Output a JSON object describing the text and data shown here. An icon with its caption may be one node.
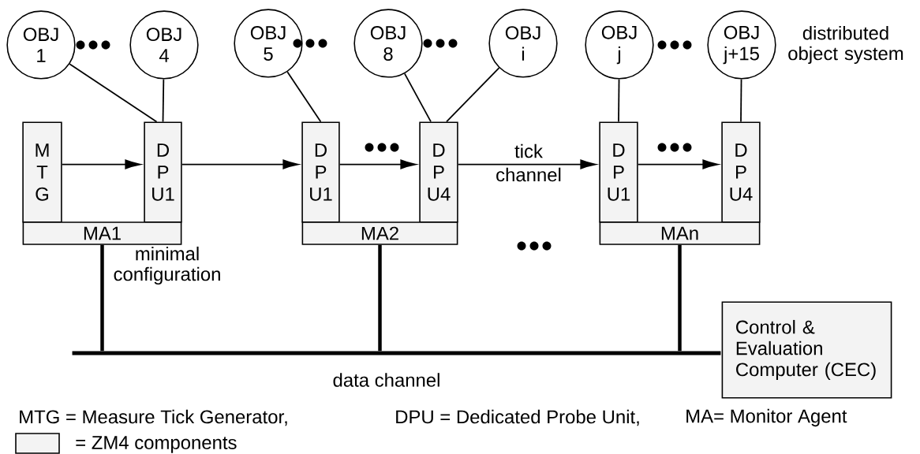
{
  "diagram": {
    "nodes": [
      {
        "text": [
          "OBJ 1"
        ]
      },
      {
        "text": [
          "OBJ 4"
        ]
      },
      {
        "text": [
          "OBJ 5"
        ]
      },
      {
        "text": [
          "OBJ 8"
        ]
      },
      {
        "text": [
          "OBJ i"
        ]
      },
      {
        "text": [
          "OBJ j"
        ]
      },
      {
        "text": [
          "OBJ j+15"
        ]
      },
      {
        "text": [
          "M T G"
        ]
      },
      {
        "text": [
          "D P U1"
        ]
      },
      {
        "text": [
          "D P U1"
        ]
      },
      {
        "text": [
          "D P U4"
        ]
      },
      {
        "text": [
          "D P U1"
        ]
      },
      {
        "text": [
          "D P U4"
        ]
      },
      {
        "text": [
          "MA1"
        ]
      },
      {
        "text": [
          "MA2"
        ]
      },
      {
        "text": [
          "MAn"
        ]
      },
      {
        "text": [
          "Control & Evaluation Computer (CEC)"
        ]
      },
      {
        "text": [],
        "shape": "bar",
        "beside": [
          "data channel"
        ]
      }
    ],
    "edges": [
      {
        "from": 0,
        "to": 8,
        "arrow": "none"
      },
      {
        "from": 1,
        "to": 8,
        "arrow": "none"
      },
      {
        "from": 2,
        "to": 9,
        "arrow": "none"
      },
      {
        "from": 3,
        "to": 10,
        "arrow": "none"
      },
      {
        "from": 4,
        "to": 10,
        "arrow": "none"
      },
      {
        "from": 5,
        "to": 11,
        "arrow": "none"
      },
      {
        "from": 6,
        "to": 12,
        "arrow": "none"
      },
      {
        "from": 7,
        "to": 8,
        "arrow": "to"
      },
      {
        "from": 8,
        "to": 9,
        "arrow": "to"
      },
      {
        "from": 9,
        "to": 10,
        "arrow": "to"
      },
      {
        "from": 10,
        "to": 11,
        "arrow": "to",
        "label": "tick channel"
      },
      {
        "from": 11,
        "to": 12,
        "arrow": "to"
      },
      {
        "from": 13,
        "to": 17,
        "arrow": "none",
        "style": "thick"
      },
      {
        "from": 14,
        "to": 17,
        "arrow": "none",
        "style": "thick"
      },
      {
        "from": 15,
        "to": 17,
        "arrow": "none",
        "style": "thick"
      }
    ],
    "labels": [
      "distributed object system",
      "minimal configuration",
      "MTG = Measure Tick Generator,",
      "DPU = Dedicated Probe Unit,",
      "MA= Monitor Agent"
    ],
    "legend": [
      {
        "text": "= ZM4 components",
        "color": "#f3f3f3"
      }
    ]
  }
}
